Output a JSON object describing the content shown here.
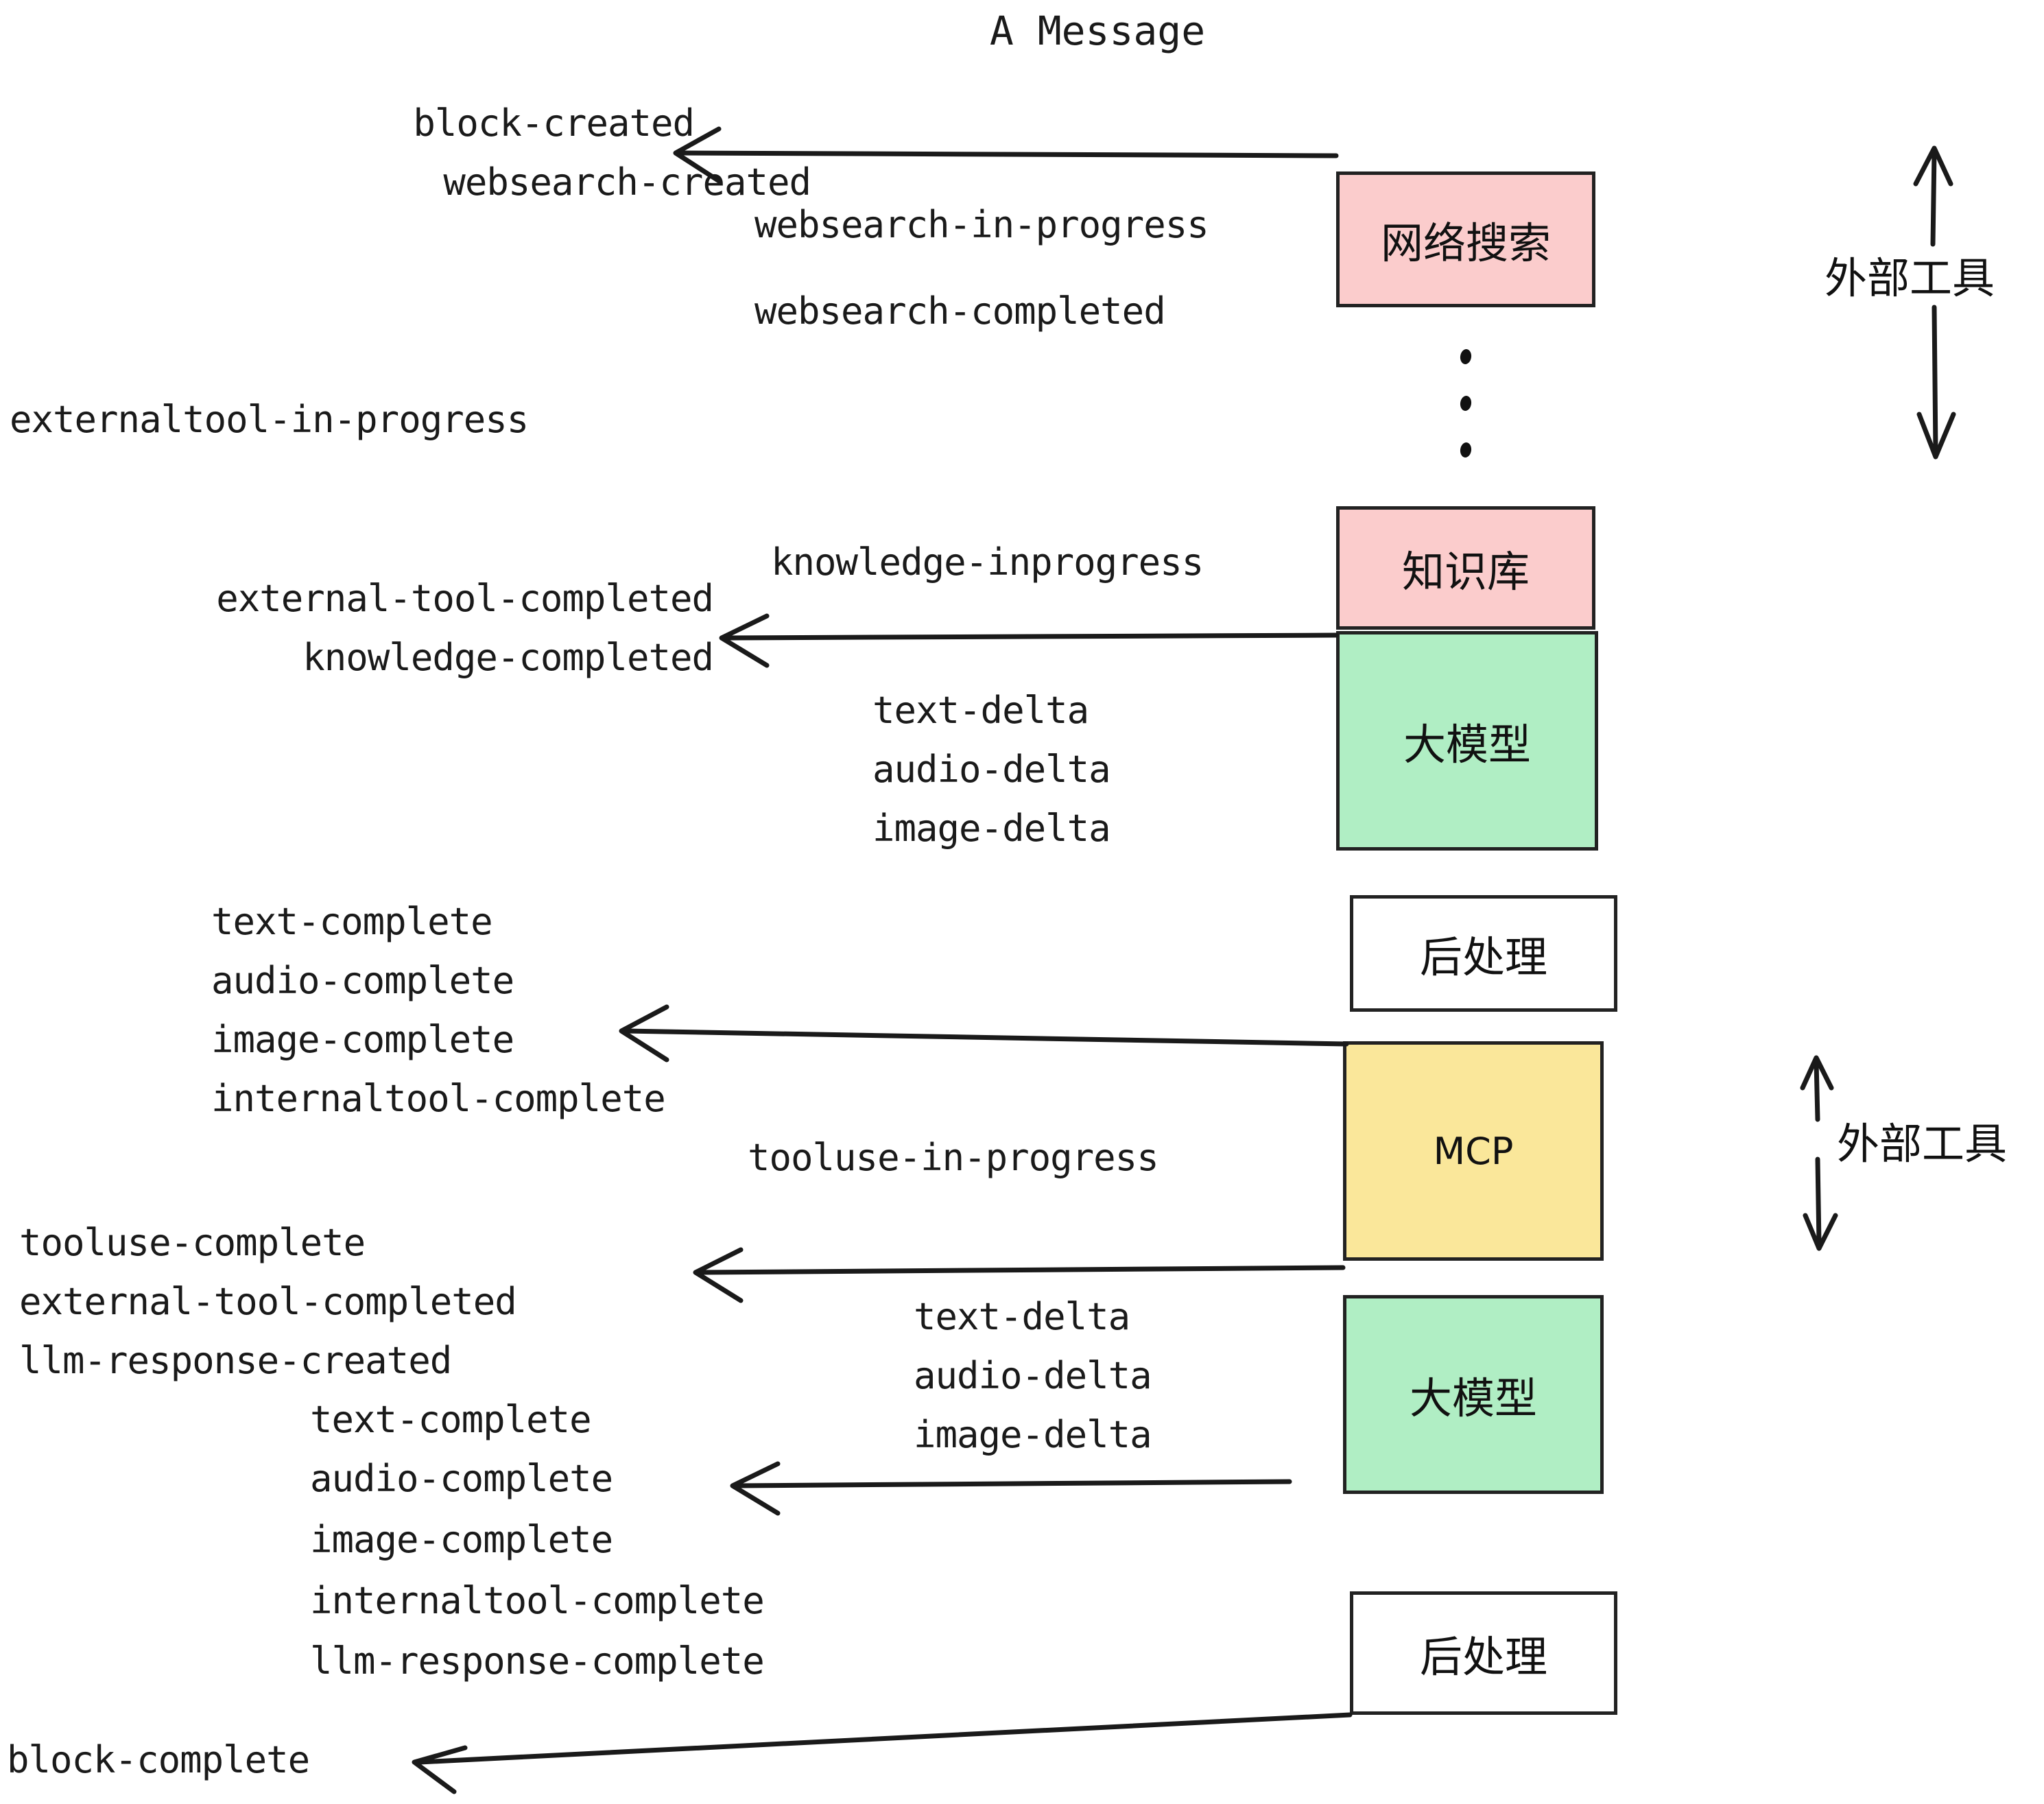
{
  "title": "A Message",
  "colors": {
    "pink": "#fbcccc",
    "green": "#b0eec4",
    "yellow": "#fae79a",
    "white": "#ffffff",
    "stroke": "#222222",
    "text": "#1a1a1a"
  },
  "nodes": [
    {
      "id": "websearch",
      "label": "网络搜索",
      "fill": "#fbcccc",
      "latin": false
    },
    {
      "id": "knowledge",
      "label": "知识库",
      "fill": "#fbcccc",
      "latin": false
    },
    {
      "id": "llm-top",
      "label": "大模型",
      "fill": "#b0eec4",
      "latin": false
    },
    {
      "id": "postprocess-top",
      "label": "后处理",
      "fill": "#ffffff",
      "latin": false
    },
    {
      "id": "mcp",
      "label": "MCP",
      "fill": "#fae79a",
      "latin": true
    },
    {
      "id": "llm-bottom",
      "label": "大模型",
      "fill": "#b0eec4",
      "latin": false
    },
    {
      "id": "postprocess-bottom",
      "label": "后处理",
      "fill": "#ffffff",
      "latin": false
    }
  ],
  "side_labels": [
    {
      "id": "external-tool-top",
      "text": "外部工具"
    },
    {
      "id": "external-tool-bottom",
      "text": "外部工具"
    }
  ],
  "events": [
    {
      "id": "block-created",
      "text": "block-created"
    },
    {
      "id": "websearch-created",
      "text": "websearch-created"
    },
    {
      "id": "websearch-in-progress",
      "text": "websearch-in-progress"
    },
    {
      "id": "websearch-completed",
      "text": "websearch-completed"
    },
    {
      "id": "externaltool-in-progress",
      "text": "externaltool-in-progress"
    },
    {
      "id": "knowledge-inprogress",
      "text": "knowledge-inprogress"
    },
    {
      "id": "external-tool-completed-1",
      "text": "external-tool-completed"
    },
    {
      "id": "knowledge-completed",
      "text": "knowledge-completed"
    },
    {
      "id": "text-delta-1",
      "text": "text-delta"
    },
    {
      "id": "audio-delta-1",
      "text": "audio-delta"
    },
    {
      "id": "image-delta-1",
      "text": "image-delta"
    },
    {
      "id": "text-complete-1",
      "text": "text-complete"
    },
    {
      "id": "audio-complete-1",
      "text": "audio-complete"
    },
    {
      "id": "image-complete-1",
      "text": "image-complete"
    },
    {
      "id": "internaltool-complete-1",
      "text": "internaltool-complete"
    },
    {
      "id": "tooluse-in-progress",
      "text": "tooluse-in-progress"
    },
    {
      "id": "tooluse-complete",
      "text": "tooluse-complete"
    },
    {
      "id": "external-tool-completed-2",
      "text": "external-tool-completed"
    },
    {
      "id": "llm-response-created",
      "text": "llm-response-created"
    },
    {
      "id": "text-delta-2",
      "text": "text-delta"
    },
    {
      "id": "audio-delta-2",
      "text": "audio-delta"
    },
    {
      "id": "image-delta-2",
      "text": "image-delta"
    },
    {
      "id": "text-complete-2",
      "text": "text-complete"
    },
    {
      "id": "audio-complete-2",
      "text": "audio-complete"
    },
    {
      "id": "image-complete-2",
      "text": "image-complete"
    },
    {
      "id": "internaltool-complete-2",
      "text": "internaltool-complete"
    },
    {
      "id": "llm-response-complete",
      "text": "llm-response-complete"
    },
    {
      "id": "block-complete",
      "text": "block-complete"
    }
  ]
}
